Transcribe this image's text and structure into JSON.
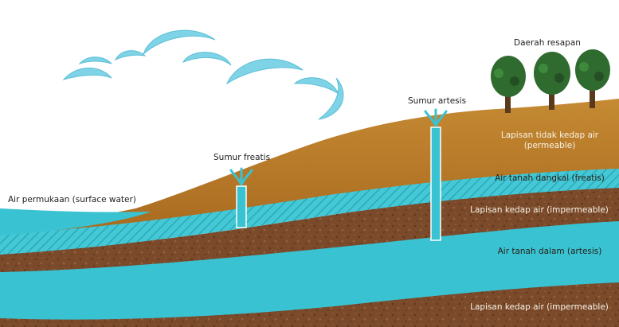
{
  "labels": {
    "recharge_area": "Daerah resapan",
    "artesian_well": "Sumur artesis",
    "phreatic_well": "Sumur freatis",
    "surface_water": "Air permukaan (surface water)",
    "permeable_layer_line1": "Lapisan tidak kedap air",
    "permeable_layer_line2": "(permeable)",
    "shallow_groundwater": "Air tanah dangkal (freatis)",
    "impermeable_layer_upper": "Lapisan kedap air (impermeable)",
    "deep_groundwater": "Air tanah dalam (artesis)",
    "impermeable_layer_lower": "Lapisan kedap air (impermeable)"
  },
  "colors": {
    "sky": "#ffffff",
    "cloud": "#7fd3e6",
    "permeable_soil": "#b97a26",
    "impermeable_soil": "#7a4a2a",
    "water": "#39c3d2",
    "tree_canopy": "#2f6a2f",
    "tree_trunk": "#5a3a1c"
  }
}
